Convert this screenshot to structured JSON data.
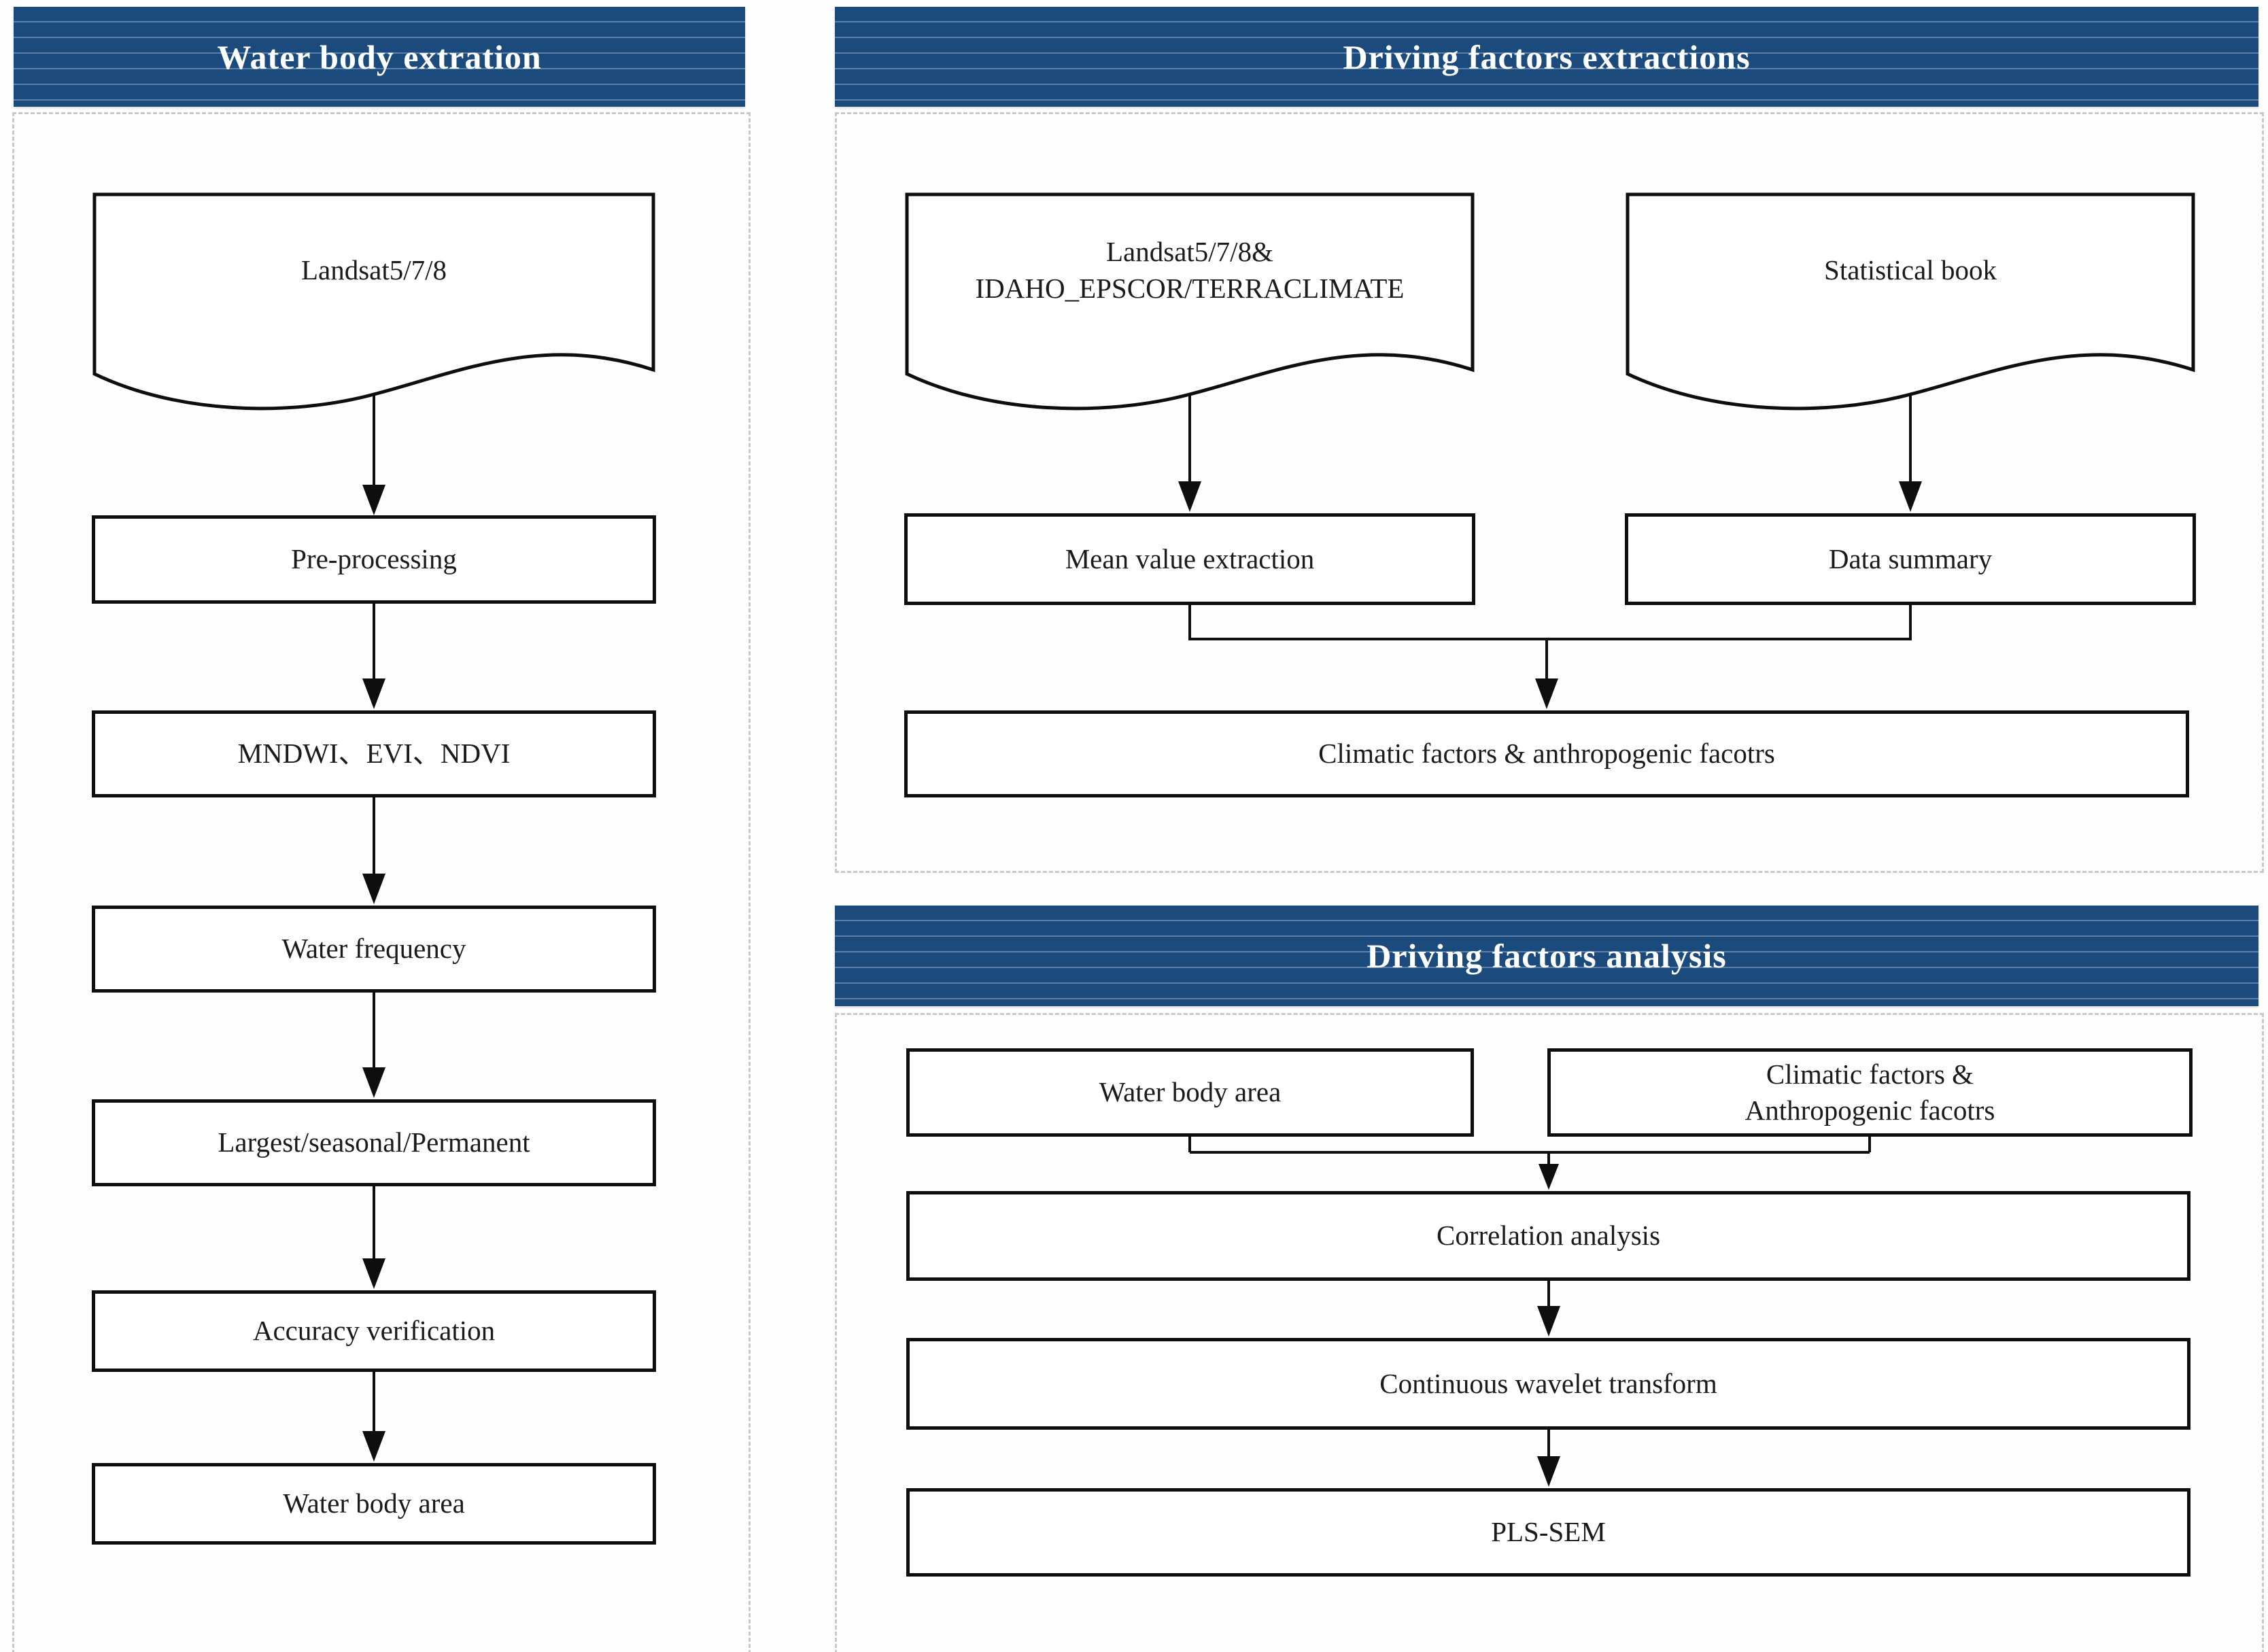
{
  "colors": {
    "page_bg": "#fefefe",
    "header_bg": "#1b4a7d",
    "header_stripe": "#5d7fa8",
    "header_text": "#ffffff",
    "panel_border": "#c9c9c9",
    "node_border": "#0e0e0e",
    "node_fill": "#ffffff",
    "node_text": "#1b1b1b",
    "connector": "#0e0e0e"
  },
  "sections": [
    {
      "title": "Water body extration"
    },
    {
      "title": "Driving factors extractions"
    },
    {
      "title": "Driving factors analysis"
    }
  ],
  "nodes": {
    "landsat": {
      "label": "Landsat5/7/8",
      "shape": "document"
    },
    "pre_processing": {
      "label": "Pre-processing"
    },
    "water_indices": {
      "label": "MNDWI、EVI、NDVI"
    },
    "water_frequency": {
      "label": "Water frequency"
    },
    "largest_seasonal_permanent": {
      "label": "Largest/seasonal/Permanent"
    },
    "accuracy_verification": {
      "label": "Accuracy verification"
    },
    "water_body_area": {
      "label": "Water body area"
    },
    "landsat_climate_source": {
      "label": "Landsat5/7/8&\nIDAHO_EPSCOR/TERRACLIMATE",
      "shape": "document"
    },
    "statistical_book": {
      "label": "Statistical book",
      "shape": "document"
    },
    "mean_value_extraction": {
      "label": "Mean value extraction"
    },
    "data_summary": {
      "label": "Data summary"
    },
    "climatic_anthropogenic_factors": {
      "label": "Climatic factors & anthropogenic facotrs"
    },
    "water_body_area_input": {
      "label": "Water body area"
    },
    "climatic_anthropogenic_input": {
      "label": "Climatic factors &\nAnthropogenic facotrs"
    },
    "correlation_analysis": {
      "label": "Correlation analysis"
    },
    "continuous_wavelet_transform": {
      "label": "Continuous wavelet transform"
    },
    "pls_sem": {
      "label": "PLS-SEM"
    }
  }
}
